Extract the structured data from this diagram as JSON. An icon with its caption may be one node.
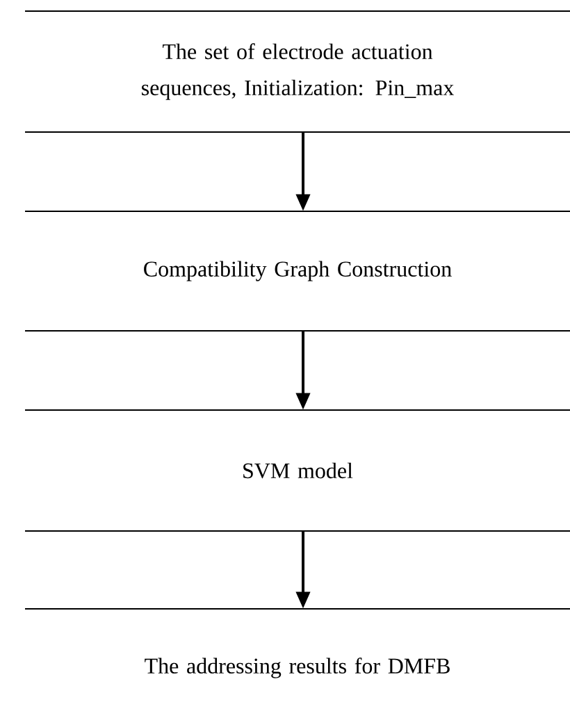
{
  "diagram": {
    "nodes": [
      {
        "text": [
          "The set of electrode actuation sequences, Initialization: Pin_max"
        ]
      },
      {
        "text": [
          "Compatibility Graph Construction"
        ]
      },
      {
        "text": [
          "SVM model"
        ]
      },
      {
        "text": [
          "The addressing results for DMFB"
        ]
      }
    ],
    "edges": [
      {
        "from": 0,
        "to": 1,
        "arrow": "to"
      },
      {
        "from": 1,
        "to": 2,
        "arrow": "to"
      },
      {
        "from": 2,
        "to": 3,
        "arrow": "to"
      }
    ]
  }
}
